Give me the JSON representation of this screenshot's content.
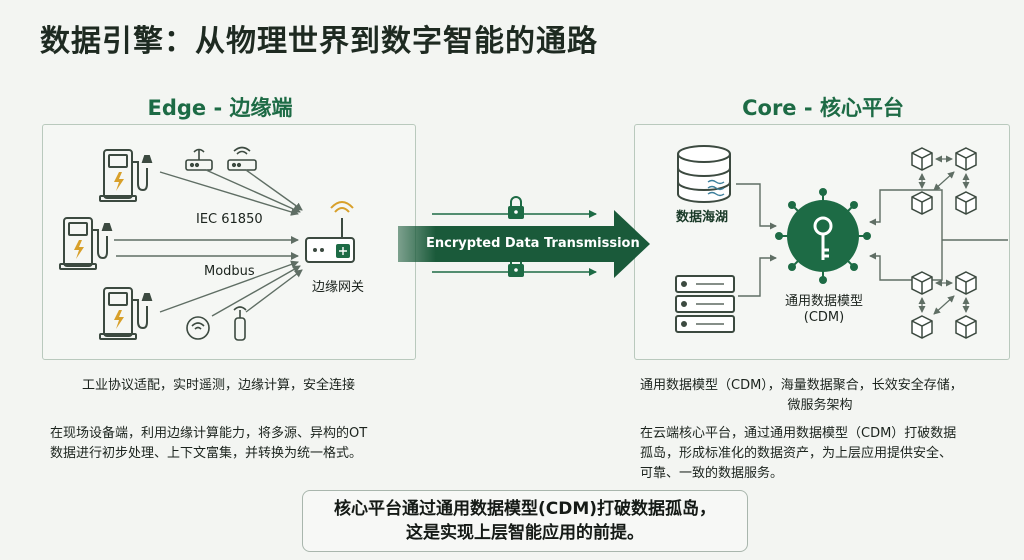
{
  "title": "数据引擎：从物理世界到数字智能的通路",
  "edge": {
    "title": "Edge - 边缘端",
    "protocol_label_1": "IEC 61850",
    "protocol_label_2": "Modbus",
    "gateway_label": "边缘网关",
    "summary": "工业协议适配，实时遥测，边缘计算，安全连接",
    "description_line1": "在现场设备端，利用边缘计算能力，将多源、异构的OT",
    "description_line2": "数据进行初步处理、上下文富集，并转换为统一格式。"
  },
  "transmission": {
    "label": "Encrypted Data Transmission"
  },
  "core": {
    "title": "Core - 核心平台",
    "data_lake_label": "数据海湖",
    "cdm_label_line1": "通用数据模型",
    "cdm_label_line2": "(CDM)",
    "summary_line1": "通用数据模型（CDM），海量数据聚合，长效安全存储，",
    "summary_line2": "微服务架构",
    "description_line1": "在云端核心平台，通过通用数据模型（CDM）打破数据",
    "description_line2": "孤岛，形成标准化的数据资产，为上层应用提供安全、",
    "description_line3": "可靠、一致的数据服务。"
  },
  "conclusion": {
    "line1": "核心平台通过通用数据模型(CDM)打破数据孤岛，",
    "line2": "这是实现上层智能应用的前提。"
  },
  "colors": {
    "accent_green": "#1d6b45",
    "dark_green": "#1a5a3a",
    "line_gray": "#6f7f74"
  }
}
